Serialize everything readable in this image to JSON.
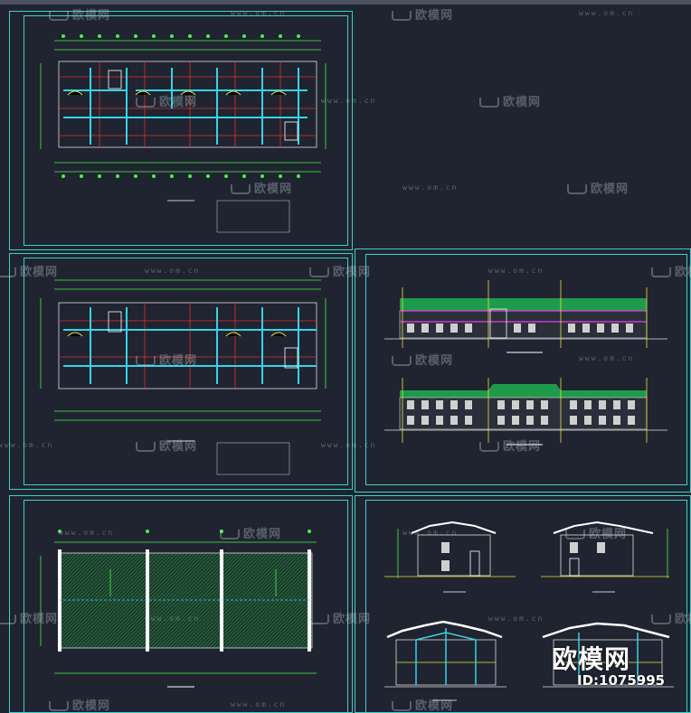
{
  "watermark": {
    "brand": "欧模网",
    "site": "www.om.cn"
  },
  "corner_badge": {
    "brand": "欧模网",
    "id": "ID:1075995"
  },
  "colors": {
    "background": "#1f2430",
    "frame": "#3fd0c8",
    "grid_cyan": "#37d3e6",
    "axis_green": "#4cf04c",
    "axis_red": "#e03030",
    "roof_green": "#1f9a4a",
    "accent_yellow": "#f0e040",
    "accent_magenta": "#e040e0"
  },
  "sheets": [
    {
      "id": "first-floor-plan",
      "kind": "floor-plan"
    },
    {
      "id": "second-floor-plan",
      "kind": "floor-plan"
    },
    {
      "id": "roof-plan",
      "kind": "roof-plan"
    },
    {
      "id": "elevations",
      "kind": "elevation"
    },
    {
      "id": "sections",
      "kind": "section"
    }
  ]
}
